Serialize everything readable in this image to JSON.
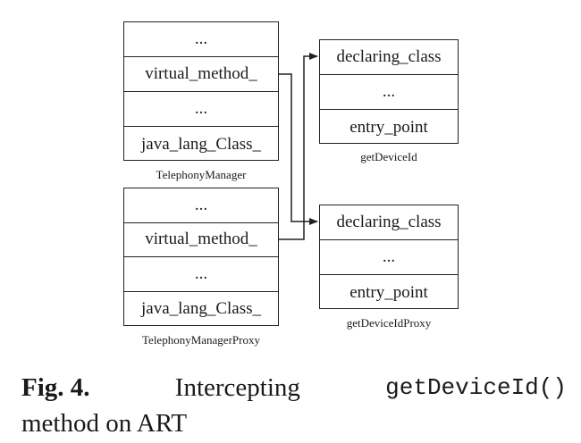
{
  "telephony_manager": {
    "cells": [
      "...",
      "virtual_method_",
      "...",
      "java_lang_Class_"
    ],
    "label": "TelephonyManager"
  },
  "telephony_manager_proxy": {
    "cells": [
      "...",
      "virtual_method_",
      "...",
      "java_lang_Class_"
    ],
    "label": "TelephonyManagerProxy"
  },
  "get_device_id": {
    "cells": [
      "declaring_class",
      "...",
      "entry_point"
    ],
    "label": "getDeviceId"
  },
  "get_device_id_proxy": {
    "cells": [
      "declaring_class",
      "...",
      "entry_point"
    ],
    "label": "getDeviceIdProxy"
  },
  "figure_caption": {
    "label": "Fig. 4.",
    "text_before": "Intercepting",
    "code": "getDeviceId()",
    "text_after": "method on ART"
  }
}
